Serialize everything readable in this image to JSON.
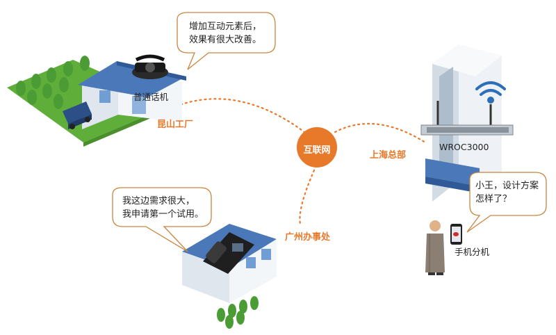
{
  "hub": {
    "label": "互联网",
    "color": "#e8792b"
  },
  "locations": {
    "kunshan": "昆山工厂",
    "shanghai": "上海总部",
    "guangzhou": "广州办事处"
  },
  "devices": {
    "landline": "普通话机",
    "router": "WROC3000",
    "mobile": "手机分机"
  },
  "bubbles": {
    "factory": "增加互动元素后，\n效果有很大改善。",
    "office": "我这边需求很大，\n我申请第一个试用。",
    "hq": "小王，设计方案\n怎样了？"
  },
  "colors": {
    "accent": "#e8792b",
    "roof": "#4a78b8",
    "wall": "#eef2f6",
    "grass": "#5fae3a",
    "tree": "#4c9c36",
    "tower": "#e6ebf1"
  }
}
